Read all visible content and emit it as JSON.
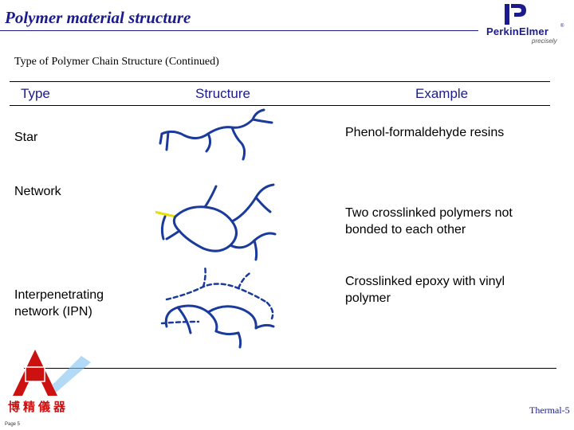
{
  "header": {
    "title": "Polymer material structure",
    "brand_name": "PerkinElmer",
    "brand_mark": "®",
    "brand_tagline": "precisely"
  },
  "subtitle": "Type of Polymer Chain Structure (Continued)",
  "table": {
    "columns": [
      "Type",
      "Structure",
      "Example"
    ],
    "rows": [
      {
        "type": "Star",
        "example": "Phenol-formaldehyde resins"
      },
      {
        "type": "Network",
        "example": "Two crosslinked polymers not bonded to each other"
      },
      {
        "type": "Interpenetrating network (IPN)",
        "example": "Crosslinked epoxy with vinyl polymer"
      }
    ]
  },
  "footer": {
    "company_name": "博精儀器",
    "slide_tag": "Thermal-5",
    "page_label": "Page 5"
  },
  "colors": {
    "title": "#1b1b8c",
    "chain": "#1a3a9c",
    "highlight": "#e8e000",
    "company": "#cc1111"
  }
}
